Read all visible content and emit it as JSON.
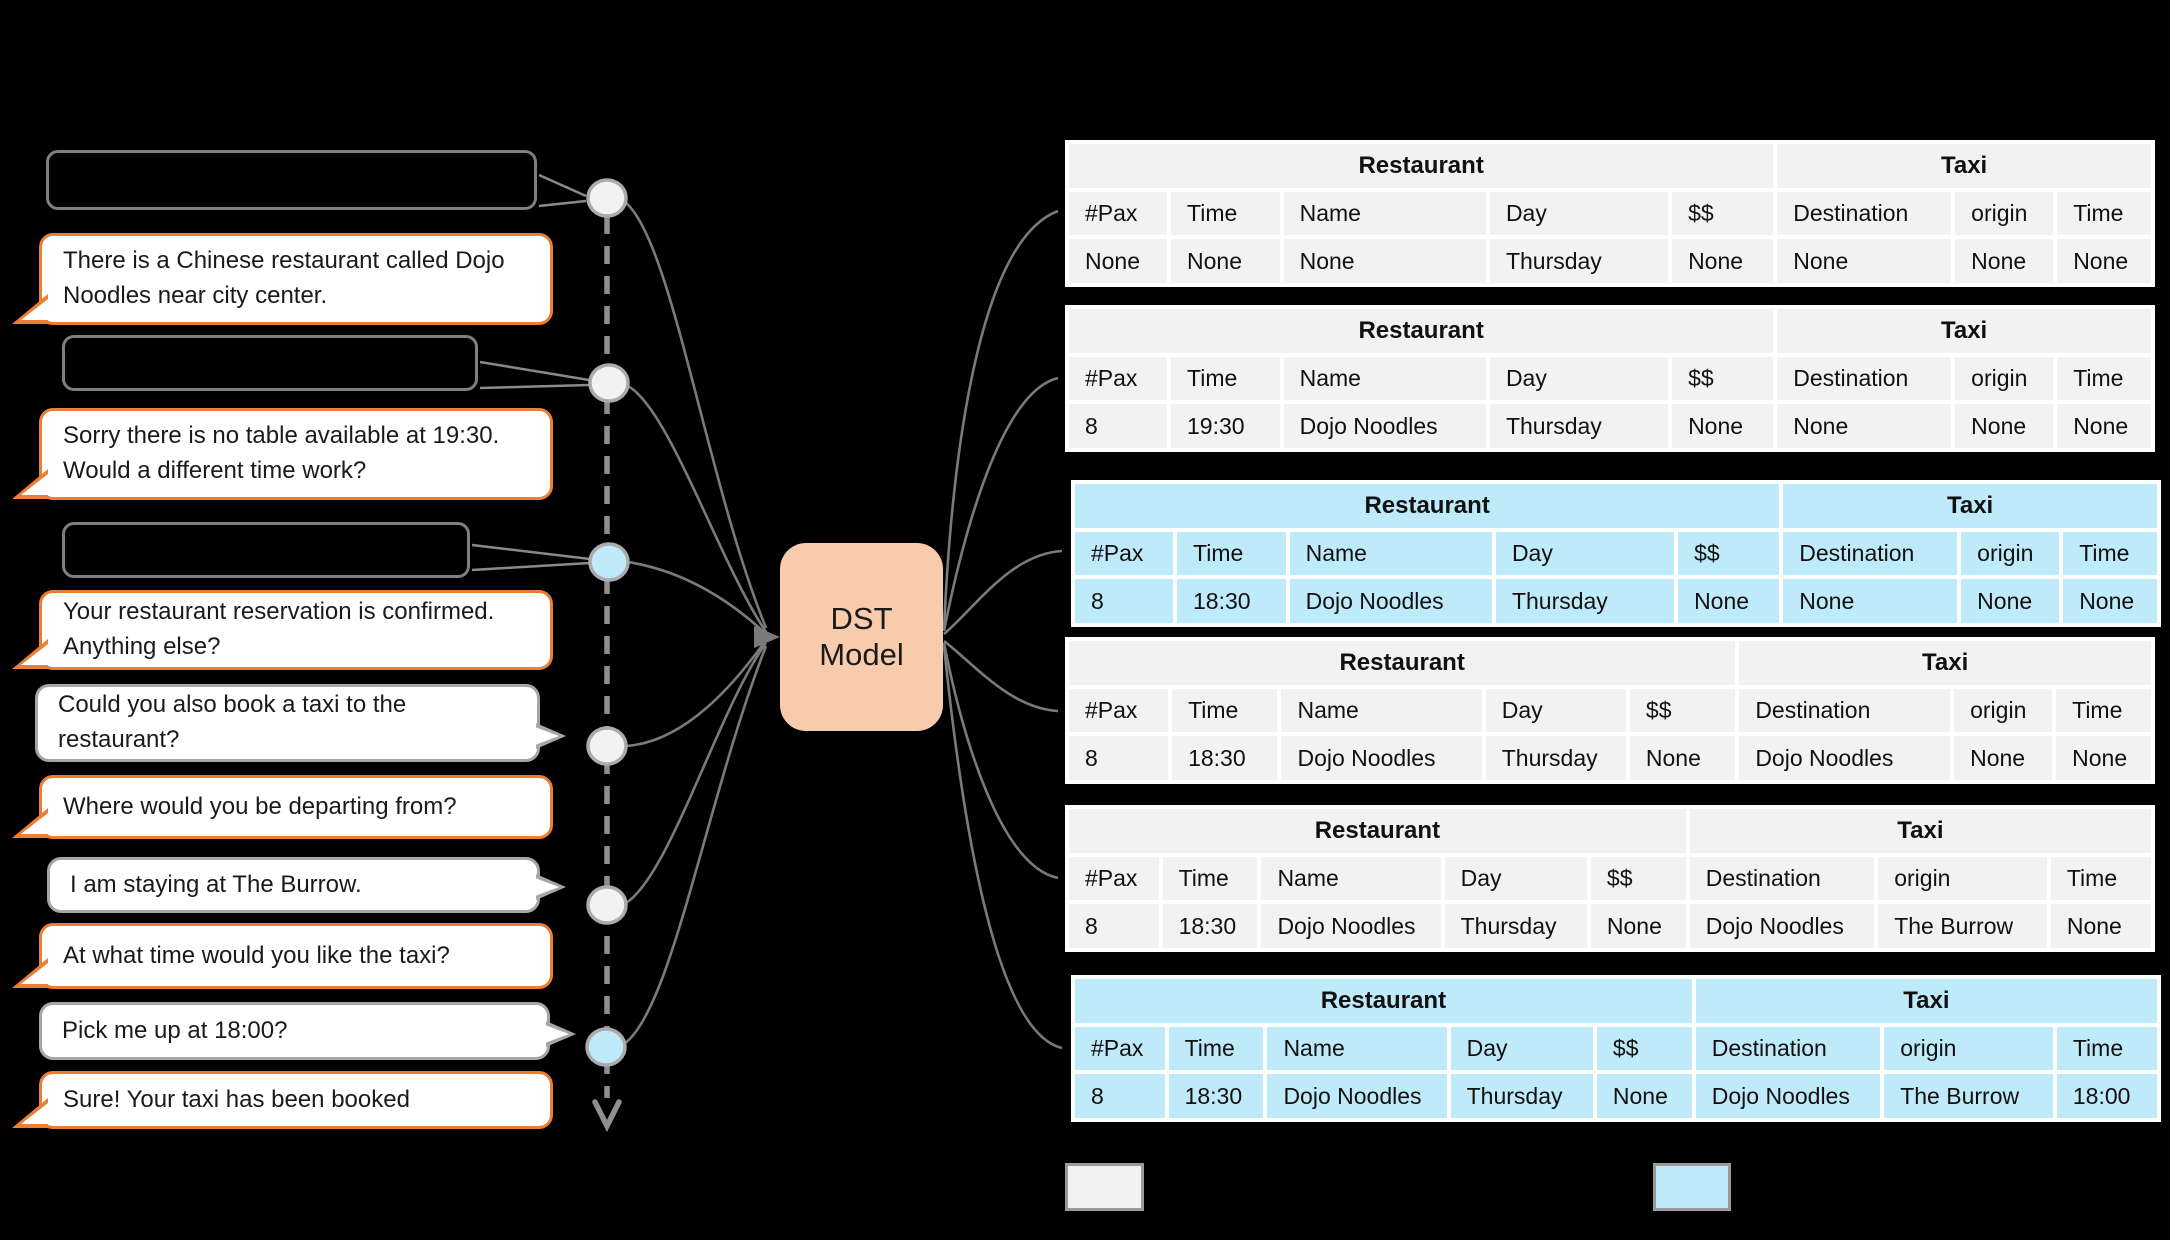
{
  "dst_box": {
    "label": "DST Model"
  },
  "conversation": [
    {
      "role": "user",
      "masked": true,
      "lines": []
    },
    {
      "role": "assistant",
      "masked": false,
      "lines": [
        "There is a Chinese restaurant called Dojo",
        "Noodles near city center."
      ]
    },
    {
      "role": "user",
      "masked": true,
      "lines": []
    },
    {
      "role": "assistant",
      "masked": false,
      "lines": [
        "Sorry there is no table available at 19:30.",
        "Would a different time work?"
      ]
    },
    {
      "role": "user",
      "masked": true,
      "lines": []
    },
    {
      "role": "assistant",
      "masked": false,
      "lines": [
        "Your restaurant reservation is confirmed.",
        "Anything else?"
      ]
    },
    {
      "role": "user",
      "masked": false,
      "lines": [
        "Could you also book a taxi to the",
        "restaurant?"
      ]
    },
    {
      "role": "assistant",
      "masked": false,
      "lines": [
        "Where would you be departing from?"
      ]
    },
    {
      "role": "user",
      "masked": false,
      "lines": [
        "I am staying at The Burrow."
      ]
    },
    {
      "role": "assistant",
      "masked": false,
      "lines": [
        "At what time would you like the taxi?"
      ]
    },
    {
      "role": "user",
      "masked": false,
      "lines": [
        "Pick me up at 18:00?"
      ]
    },
    {
      "role": "assistant",
      "masked": false,
      "lines": [
        "Sure! Your taxi has been booked"
      ]
    }
  ],
  "timeline": {
    "turn_markers": [
      {
        "highlighted": false
      },
      {
        "highlighted": false
      },
      {
        "highlighted": true
      },
      {
        "highlighted": false
      },
      {
        "highlighted": false
      },
      {
        "highlighted": true
      }
    ]
  },
  "state_tables": [
    {
      "highlighted": false,
      "groups": [
        "Restaurant",
        "Taxi"
      ],
      "columns": [
        "#Pax",
        "Time",
        "Name",
        "Day",
        "$$",
        "Destination",
        "origin",
        "Time"
      ],
      "values": [
        "None",
        "None",
        "None",
        "Thursday",
        "None",
        "None",
        "None",
        "None"
      ]
    },
    {
      "highlighted": false,
      "groups": [
        "Restaurant",
        "Taxi"
      ],
      "columns": [
        "#Pax",
        "Time",
        "Name",
        "Day",
        "$$",
        "Destination",
        "origin",
        "Time"
      ],
      "values": [
        "8",
        "19:30",
        "Dojo Noodles",
        "Thursday",
        "None",
        "None",
        "None",
        "None"
      ]
    },
    {
      "highlighted": true,
      "groups": [
        "Restaurant",
        "Taxi"
      ],
      "columns": [
        "#Pax",
        "Time",
        "Name",
        "Day",
        "$$",
        "Destination",
        "origin",
        "Time"
      ],
      "values": [
        "8",
        "18:30",
        "Dojo Noodles",
        "Thursday",
        "None",
        "None",
        "None",
        "None"
      ]
    },
    {
      "highlighted": false,
      "groups": [
        "Restaurant",
        "Taxi"
      ],
      "columns": [
        "#Pax",
        "Time",
        "Name",
        "Day",
        "$$",
        "Destination",
        "origin",
        "Time"
      ],
      "values": [
        "8",
        "18:30",
        "Dojo Noodles",
        "Thursday",
        "None",
        "Dojo Noodles",
        "None",
        "None"
      ]
    },
    {
      "highlighted": false,
      "groups": [
        "Restaurant",
        "Taxi"
      ],
      "columns": [
        "#Pax",
        "Time",
        "Name",
        "Day",
        "$$",
        "Destination",
        "origin",
        "Time"
      ],
      "values": [
        "8",
        "18:30",
        "Dojo Noodles",
        "Thursday",
        "None",
        "Dojo Noodles",
        "The Burrow",
        "None"
      ]
    },
    {
      "highlighted": true,
      "groups": [
        "Restaurant",
        "Taxi"
      ],
      "columns": [
        "#Pax",
        "Time",
        "Name",
        "Day",
        "$$",
        "Destination",
        "origin",
        "Time"
      ],
      "values": [
        "8",
        "18:30",
        "Dojo Noodles",
        "Thursday",
        "None",
        "Dojo Noodles",
        "The Burrow",
        "18:00"
      ]
    }
  ],
  "legend": {
    "normal_swatch_color": "#F2F2F2",
    "highlight_swatch_color": "#BFEAFA"
  },
  "colors": {
    "accent_orange": "#ED7D31",
    "table_gray": "#F2F2F2",
    "highlight_blue": "#BFEAFA",
    "dst_box_fill": "#F8CBAD",
    "connector_gray": "#8a8a8a"
  }
}
